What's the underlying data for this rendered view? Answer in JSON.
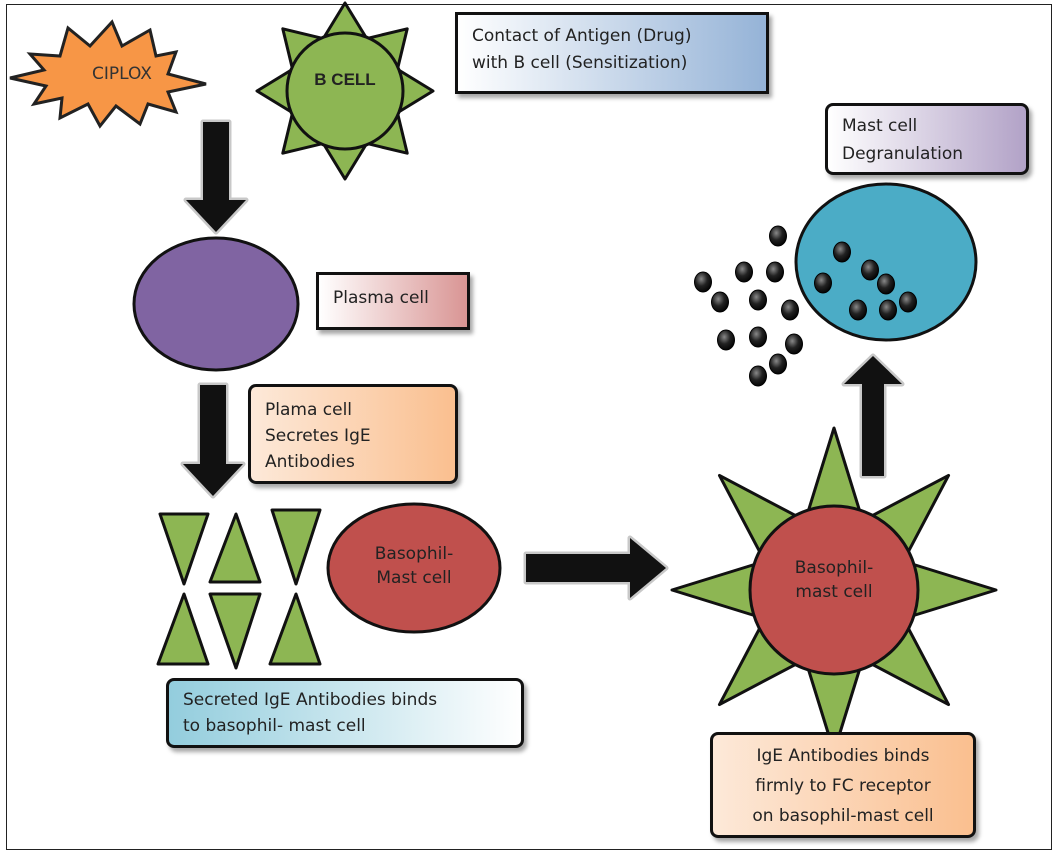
{
  "labels": {
    "ciplox": "CIPLOX",
    "b_cell": "B CELL",
    "contact": "Contact of Antigen (Drug)\nwith B cell (Sensitization)",
    "plasma_cell": "Plasma cell",
    "plama_secretes": "Plama cell\nSecretes IgE\nAntibodies",
    "basophil_mast": "Basophil-\nMast cell",
    "secreted_binds": "Secreted IgE Antibodies binds\nto basophil- mast cell",
    "basophil_mast_bound": "Basophil-\nmast cell",
    "ige_binds_firmly": "IgE Antibodies binds\nfirmly to FC receptor\non basophil-mast cell",
    "degranulation": "Mast cell\nDegranulation"
  },
  "colors": {
    "antibody_green": "#8db653",
    "b_cell_green": "#8db653",
    "ciplox_orange": "#f79646",
    "plasma_purple": "#8064a2",
    "mast_red": "#c0504d",
    "degran_blue": "#4bacc6",
    "granule_dark": "#1a1a1a"
  }
}
